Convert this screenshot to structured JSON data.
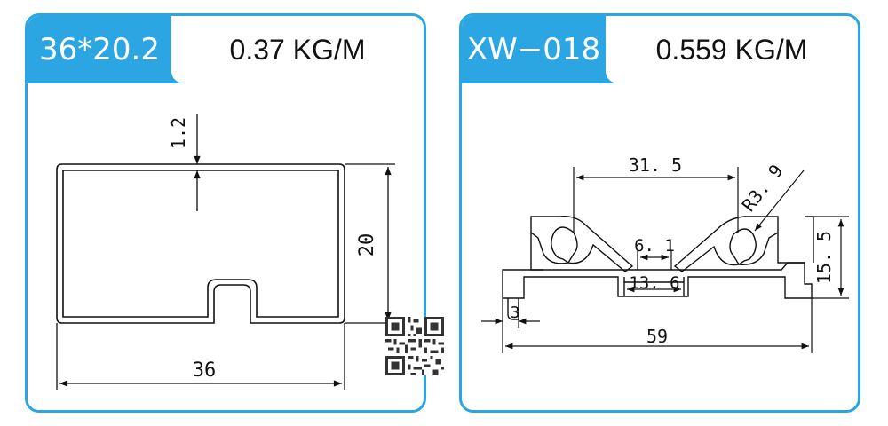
{
  "profiles": [
    {
      "model": "36*20.2",
      "weight": "0.37 KG/M",
      "dimensions": {
        "wall": "1.2",
        "height": "20",
        "width": "36"
      }
    },
    {
      "model": "XW−018",
      "weight": "0.559 KG/M",
      "dimensions": {
        "top_width": "31. 5",
        "radius": "R3. 9",
        "slot_inner": "6. 1",
        "slot_outer": "13. 6",
        "height": "15. 5",
        "lip": "3",
        "width": "59"
      }
    }
  ],
  "colors": {
    "accent": "#2ba6e3",
    "line": "#111111"
  },
  "icons": {
    "qr": "qr-code-icon"
  }
}
